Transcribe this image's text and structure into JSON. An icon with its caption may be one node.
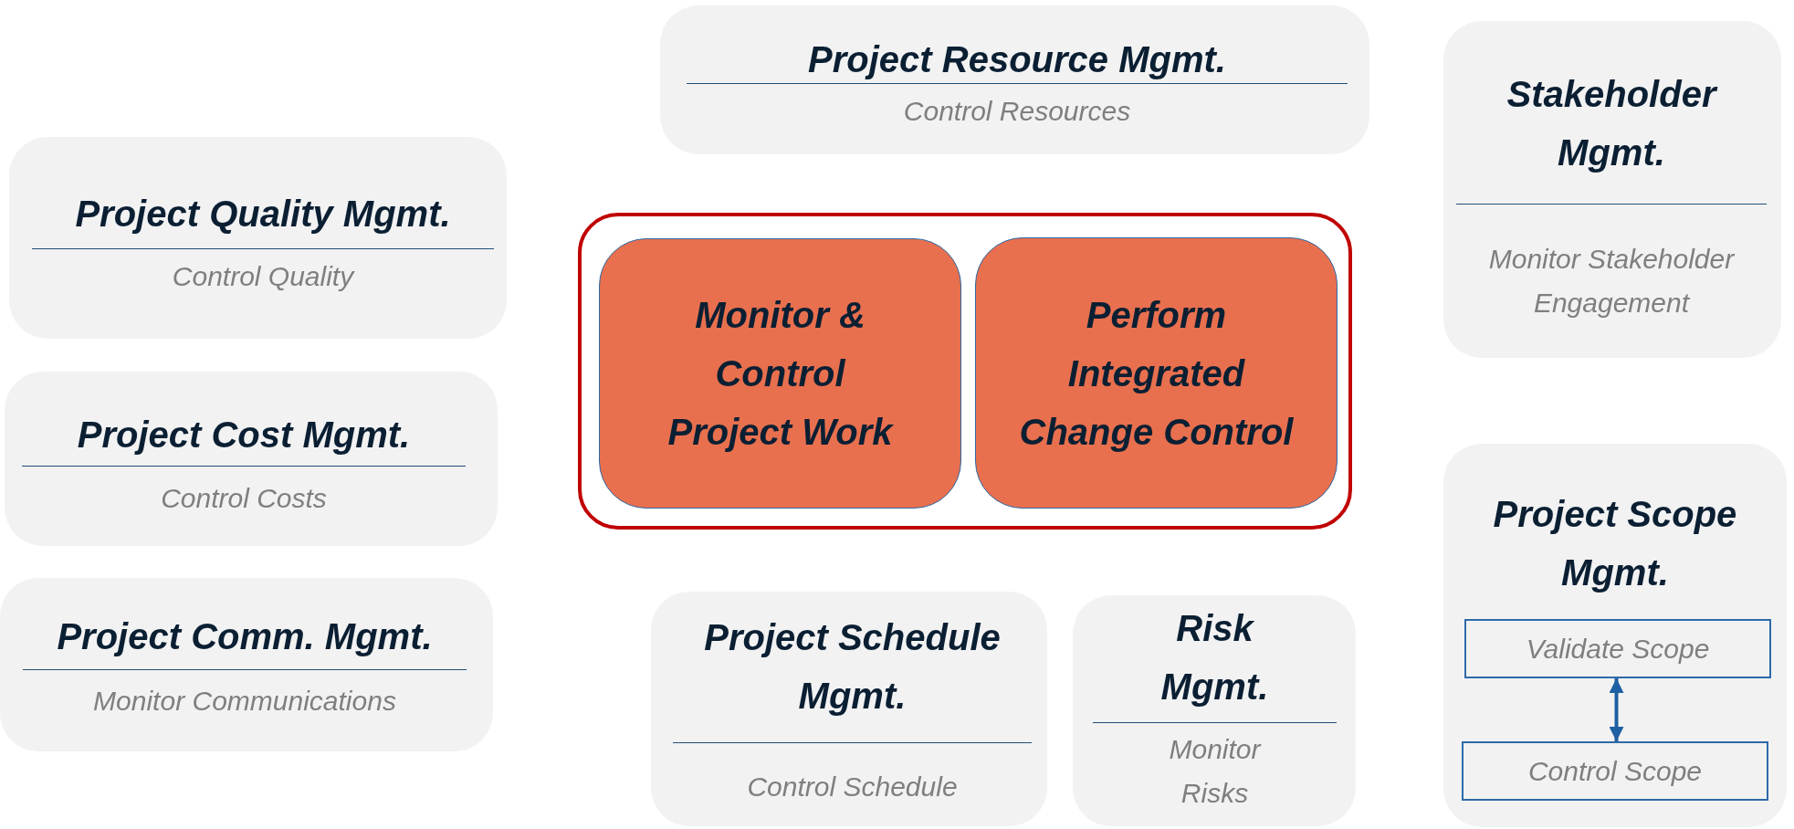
{
  "diagram": {
    "nodes": [
      {
        "text": [
          "Project Resource Mgmt.",
          "Control Resources"
        ]
      },
      {
        "text": [
          "Stakeholder Mgmt.",
          "Monitor Stakeholder Engagement"
        ]
      },
      {
        "text": [
          "Project Quality Mgmt.",
          "Control Quality"
        ]
      },
      {
        "text": [],
        "shape": "box"
      },
      {
        "text": [
          "Monitor & Control Project Work"
        ],
        "in": 3
      },
      {
        "text": [
          "Perform Integrated Change Control"
        ],
        "in": 3
      },
      {
        "text": [
          "Project Cost Mgmt.",
          "Control Costs"
        ]
      },
      {
        "text": [
          "Project Scope Mgmt."
        ]
      },
      {
        "text": [
          "Validate Scope"
        ],
        "in": 7
      },
      {
        "text": [
          "Control Scope"
        ],
        "in": 7
      },
      {
        "text": [
          "Project Comm. Mgmt.",
          "Monitor Communications"
        ]
      },
      {
        "text": [
          "Project Schedule Mgmt.",
          "Control Schedule"
        ]
      },
      {
        "text": [
          "Risk Mgmt.",
          "Monitor Risks"
        ]
      }
    ],
    "edges": [
      {
        "from": 8,
        "to": 9,
        "arrow": "both",
        "color": "#1f5fa3"
      }
    ]
  }
}
